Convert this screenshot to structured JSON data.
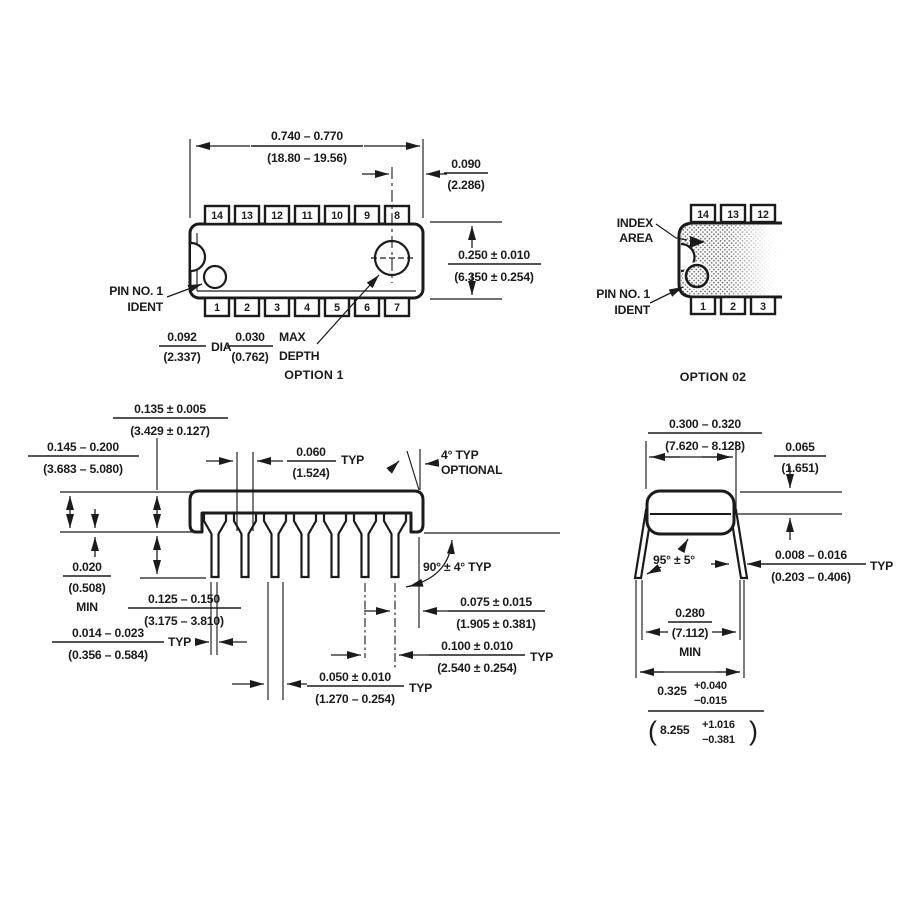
{
  "drawing": {
    "option1": {
      "caption": "OPTION 1",
      "pins_top": [
        "14",
        "13",
        "12",
        "11",
        "10",
        "9",
        "8"
      ],
      "pins_bottom": [
        "1",
        "2",
        "3",
        "4",
        "5",
        "6",
        "7"
      ],
      "dim_width_in": "0.740 – 0.770",
      "dim_width_mm": "(18.80 – 19.56)",
      "dim_e1_in": "0.090",
      "dim_e1_mm": "(2.286)",
      "dim_body_in": "0.250 ± 0.010",
      "dim_body_mm": "(6.350 ± 0.254)",
      "pin1_label_1": "PIN NO. 1",
      "pin1_label_2": "IDENT",
      "dia_in": "0.092",
      "dia_mm": "(2.337)",
      "dia_word": "DIA",
      "depth_in": "0.030",
      "depth_mm": "(0.762)",
      "depth_word_1": "MAX",
      "depth_word_2": "DEPTH"
    },
    "option2": {
      "caption": "OPTION 02",
      "pins_top": [
        "14",
        "13",
        "12"
      ],
      "pins_bottom": [
        "1",
        "2",
        "3"
      ],
      "index_label_1": "INDEX",
      "index_label_2": "AREA",
      "pin1_label_1": "PIN NO. 1",
      "pin1_label_2": "IDENT"
    },
    "side": {
      "dim_seat_in": "0.135 ± 0.005",
      "dim_seat_mm": "(3.429 ± 0.127)",
      "dim_height_in": "0.145 – 0.200",
      "dim_height_mm": "(3.683 – 5.080)",
      "dim_shoulder_in": "0.060",
      "dim_shoulder_mm": "(1.524)",
      "dim_shoulder_suffix": "TYP",
      "angle_top_1": "4° TYP",
      "angle_top_2": "OPTIONAL",
      "dim_standoff_in": "0.020",
      "dim_standoff_mm": "(0.508)",
      "dim_standoff_suffix": "MIN",
      "dim_leadlen_in": "0.125 – 0.150",
      "dim_leadlen_mm": "(3.175 – 3.810)",
      "dim_leadw_in": "0.014 – 0.023",
      "dim_leadw_mm": "(0.356 – 0.584)",
      "dim_leadw_suffix": "TYP",
      "angle_lead": "90° ± 4° TYP",
      "dim_e2_in": "0.075 ± 0.015",
      "dim_e2_mm": "(1.905 ± 0.381)",
      "dim_pitch_in": "0.100 ± 0.010",
      "dim_pitch_mm": "(2.540 ± 0.254)",
      "dim_pitch_suffix": "TYP",
      "dim_halfpitch_in": "0.050 ± 0.010",
      "dim_halfpitch_mm": "(1.270 – 0.254)",
      "dim_halfpitch_suffix": "TYP"
    },
    "end": {
      "dim_rowspacing_in": "0.300 – 0.320",
      "dim_rowspacing_mm": "(7.620 – 8.128)",
      "dim_topseat_in": "0.065",
      "dim_topseat_mm": "(1.651)",
      "angle_lead": "95° ± 5°",
      "dim_leadthk_in": "0.008 – 0.016",
      "dim_leadthk_mm": "(0.203 – 0.406)",
      "dim_leadthk_suffix": "TYP",
      "dim_inner_in": "0.280",
      "dim_inner_mm": "(7.112)",
      "dim_inner_suffix": "MIN",
      "dim_outer_in": "0.325",
      "dim_outer_plus": "+0.040",
      "dim_outer_minus": "−0.015",
      "paren_open": "(",
      "dim_outer_mm": "8.255",
      "dim_outer_mm_plus": "+1.016",
      "dim_outer_mm_minus": "−0.381",
      "paren_close": ")"
    }
  }
}
